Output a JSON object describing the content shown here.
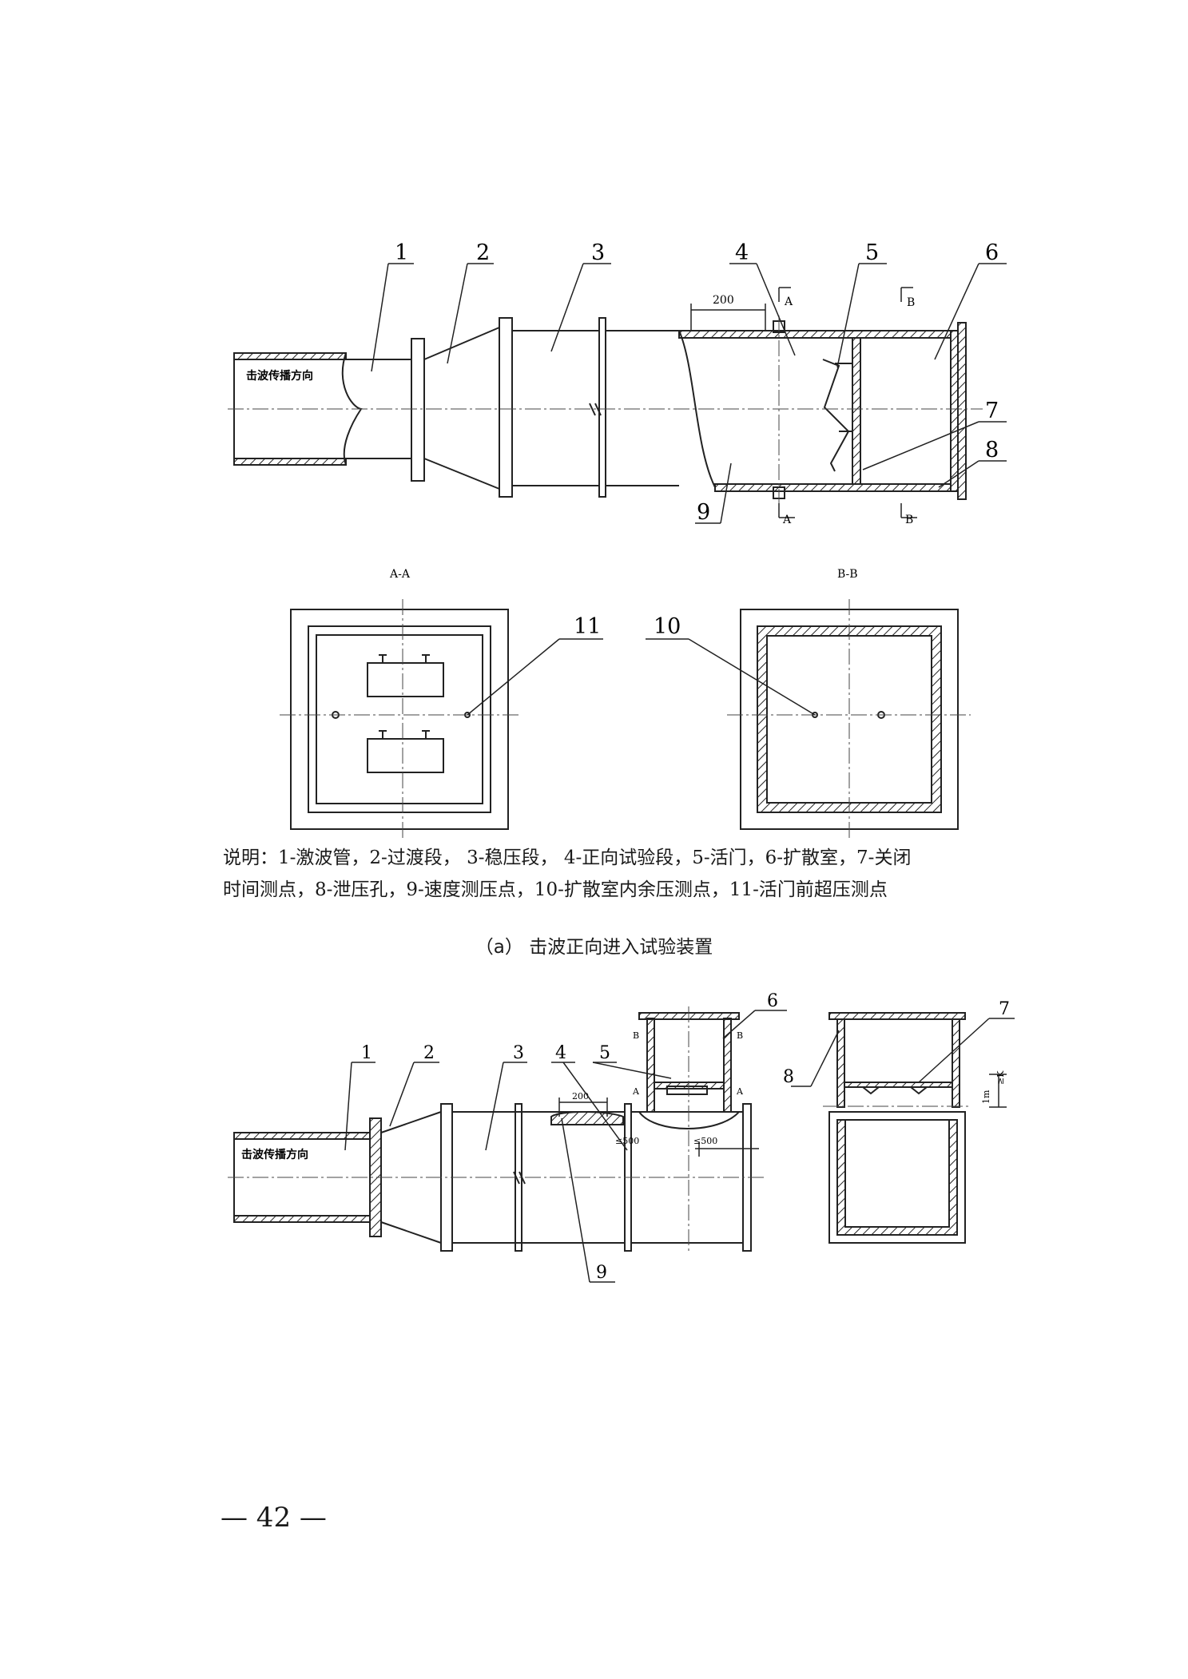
{
  "figure_a": {
    "callouts": [
      "1",
      "2",
      "3",
      "4",
      "5",
      "6",
      "7",
      "8",
      "9"
    ],
    "direction_text": "击波传播方向",
    "dim_200": "200",
    "section_marks": {
      "a": "A",
      "b": "B"
    },
    "section_aa_title": "A-A",
    "section_bb_title": "B-B",
    "callout_10": "10",
    "callout_11": "11",
    "caption": "（a）  击波正向进入试验装置"
  },
  "legend": {
    "line1": "说明：1-激波管，2-过渡段，  3-稳压段，  4-正向试验段，5-活门，6-扩散室，7-关闭",
    "line2": "时间测点，8-泄压孔，9-速度测压点，10-扩散室内余压测点，11-活门前超压测点"
  },
  "figure_b": {
    "callouts": [
      "1",
      "2",
      "3",
      "4",
      "5",
      "6",
      "7",
      "8",
      "9"
    ],
    "direction_text": "击波传播方向",
    "dim_200": "200",
    "dim_500a": "≤500",
    "dim_500b": "≤500",
    "section_marks": {
      "a": "A",
      "b": "B"
    },
    "dim_side": "≥K",
    "dim_side2": "1m"
  },
  "page_number": "— 42 —"
}
